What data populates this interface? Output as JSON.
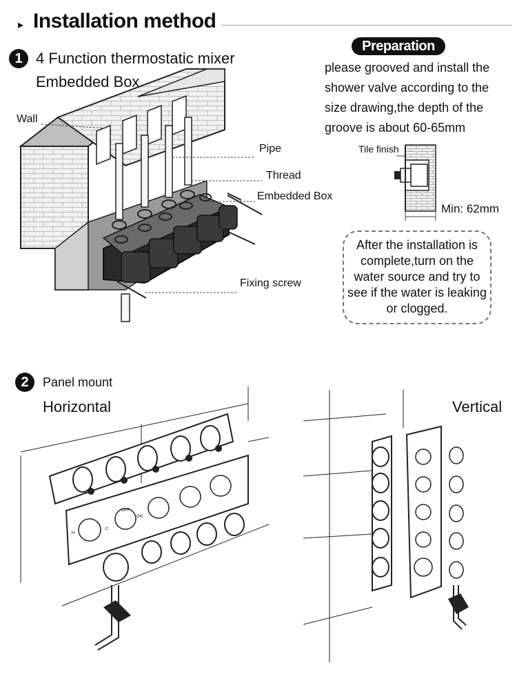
{
  "header": {
    "title": "Installation method"
  },
  "section1": {
    "number": "1",
    "title": "4 Function thermostatic mixer",
    "subtitle": "Embedded Box",
    "labels": {
      "wall": "Wall",
      "pipe": "Pipe",
      "thread": "Thread",
      "embedded_box": "Embedded Box",
      "fixing_screw": "Fixing screw"
    }
  },
  "preparation": {
    "badge": "Preparation",
    "text": "please grooved and install the shower valve according to the size drawing,the depth of the groove is about 60-65mm",
    "tile_finish": "Tile finish",
    "min_depth": "Min: 62mm"
  },
  "note": {
    "text": "After the installation is complete,turn on the water source and try to see if the water is leaking or clogged."
  },
  "section2": {
    "number": "2",
    "title": "Panel mount",
    "horizontal": "Horizontal",
    "vertical": "Vertical",
    "knob_labels": {
      "off": "OFF",
      "on": "ON",
      "hot": "H",
      "cold": "C"
    }
  }
}
